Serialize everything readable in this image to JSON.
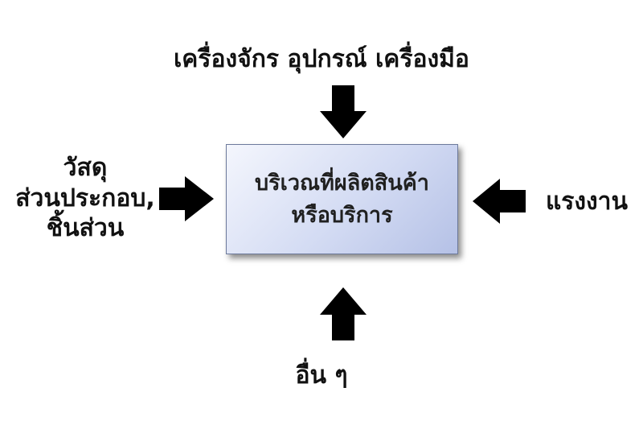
{
  "center": {
    "lines": [
      "บริเวณที่ผลิตสินค้า",
      "หรือบริการ"
    ]
  },
  "inputs": {
    "top": "เครื่องจักร อุปกรณ์  เครื่องมือ",
    "left_lines": [
      "วัสดุ",
      "ส่วนประกอบ,",
      "ชิ้นส่วน"
    ],
    "right": "แรงงาน",
    "bottom": "อื่น ๆ"
  },
  "colors": {
    "arrow": "#000000",
    "text": "#111111",
    "box_fill_light": "#f4f6fd",
    "box_fill_dark": "#b5c1e6",
    "box_border": "#6d7a9c"
  }
}
